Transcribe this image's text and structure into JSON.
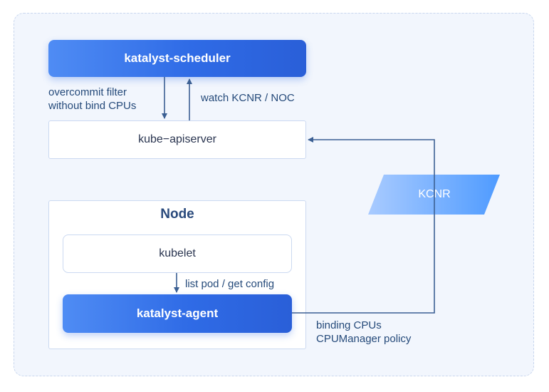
{
  "diagram": {
    "scheduler": {
      "label": "katalyst-scheduler"
    },
    "apiserver": {
      "label": "kube−apiserver"
    },
    "node": {
      "title": "Node",
      "kubelet": {
        "label": "kubelet"
      },
      "agent": {
        "label": "katalyst-agent"
      }
    },
    "kcnr": {
      "label": "KCNR"
    },
    "edges": {
      "overcommit": [
        "overcommit filter",
        "without bind CPUs"
      ],
      "watch": "watch KCNR / NOC",
      "list_pod": "list pod / get config",
      "binding": [
        "binding CPUs",
        "CPUManager policy"
      ]
    }
  },
  "colors": {
    "primary_blue": "#2f6be6",
    "arrow": "#3b5f93",
    "panel_background": "#f2f6fd",
    "box_border": "#cbd9f1",
    "kcnr_light": "#9cc3ff",
    "kcnr_dark": "#5ea3ff"
  }
}
